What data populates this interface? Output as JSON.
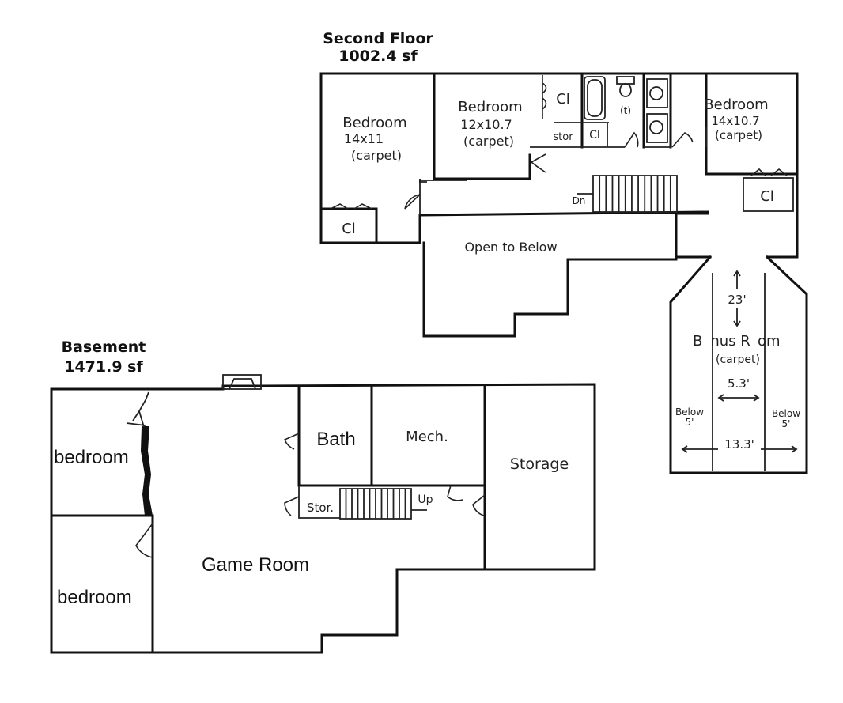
{
  "second_floor": {
    "title": "Second Floor",
    "area": "1002.4 sf",
    "bedroom_left": {
      "name": "Bedroom",
      "size": "14x11",
      "floor": "(carpet)"
    },
    "bedroom_middle": {
      "name": "Bedroom",
      "size": "12x10.7",
      "floor": "(carpet)"
    },
    "bedroom_right": {
      "name": "Bedroom",
      "size": "14x10.7",
      "floor": "(carpet)"
    },
    "closet_label": "Cl",
    "storage_label": "stor",
    "toilet_label": "(t)",
    "stair_label": "Dn",
    "open_to_below": "Open to Below",
    "bonus_room": {
      "name_parts": [
        "B",
        "nus R",
        "om"
      ],
      "floor": "(carpet)",
      "length": "23'",
      "center_width": "5.3'",
      "total_width": "13.3'",
      "below_label": "Below",
      "below_height": "5'"
    }
  },
  "basement": {
    "title": "Basement",
    "area": "1471.9 sf",
    "bedroom_upper": "bedroom",
    "bedroom_lower": "bedroom",
    "bath": "Bath",
    "mech": "Mech.",
    "storage": "Storage",
    "stor": "Stor.",
    "stair_label": "Up",
    "game_room": "Game Room"
  }
}
